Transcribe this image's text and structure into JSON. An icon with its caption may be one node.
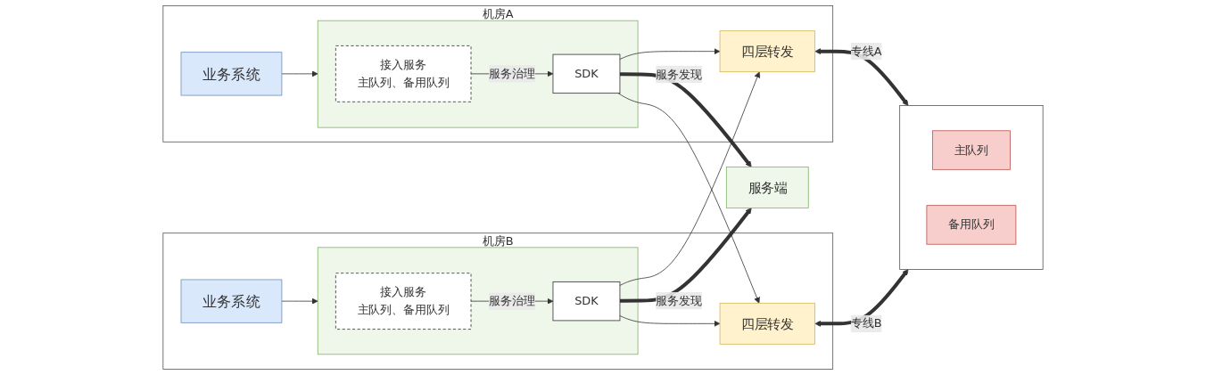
{
  "diagram": {
    "nodes": [
      {
        "text": [
          "机房A"
        ]
      },
      {
        "text": [
          "业务系统"
        ],
        "in": 0
      },
      {
        "text": [],
        "shape": "box",
        "in": 0
      },
      {
        "text": [
          "接入服务",
          "主队列、备用队列"
        ],
        "in": 2
      },
      {
        "text": [
          "SDK"
        ],
        "in": 2
      },
      {
        "text": [
          "四层转发"
        ],
        "in": 0
      },
      {
        "text": [
          "服务端"
        ]
      },
      {
        "text": [
          "机房B"
        ]
      },
      {
        "text": [
          "业务系统"
        ],
        "in": 7
      },
      {
        "text": [],
        "shape": "box",
        "in": 7
      },
      {
        "text": [
          "接入服务",
          "主队列、备用队列"
        ],
        "in": 9
      },
      {
        "text": [
          "SDK"
        ],
        "in": 9
      },
      {
        "text": [
          "四层转发"
        ],
        "in": 7
      },
      {
        "text": [],
        "shape": "box"
      },
      {
        "text": [
          "主队列"
        ],
        "in": 13
      },
      {
        "text": [
          "备用队列"
        ],
        "in": 13
      }
    ],
    "edges": [
      {
        "from": 1,
        "to": 2,
        "arrow": "to"
      },
      {
        "from": 3,
        "to": 4,
        "arrow": "to",
        "label": "服务治理"
      },
      {
        "from": 4,
        "to": 6,
        "arrow": "to",
        "style": "thick",
        "label": "服务发现"
      },
      {
        "from": 4,
        "to": 5,
        "arrow": "to"
      },
      {
        "from": 4,
        "to": 12,
        "arrow": "to"
      },
      {
        "from": 5,
        "to": 13,
        "arrow": "both",
        "style": "thick",
        "label": "专线A"
      },
      {
        "from": 8,
        "to": 9,
        "arrow": "to"
      },
      {
        "from": 10,
        "to": 11,
        "arrow": "to",
        "label": "服务治理"
      },
      {
        "from": 11,
        "to": 6,
        "arrow": "to",
        "style": "thick",
        "label": "服务发现"
      },
      {
        "from": 11,
        "to": 12,
        "arrow": "to"
      },
      {
        "from": 11,
        "to": 5,
        "arrow": "to"
      },
      {
        "from": 12,
        "to": 13,
        "arrow": "both",
        "style": "thick",
        "label": "专线B"
      }
    ]
  }
}
